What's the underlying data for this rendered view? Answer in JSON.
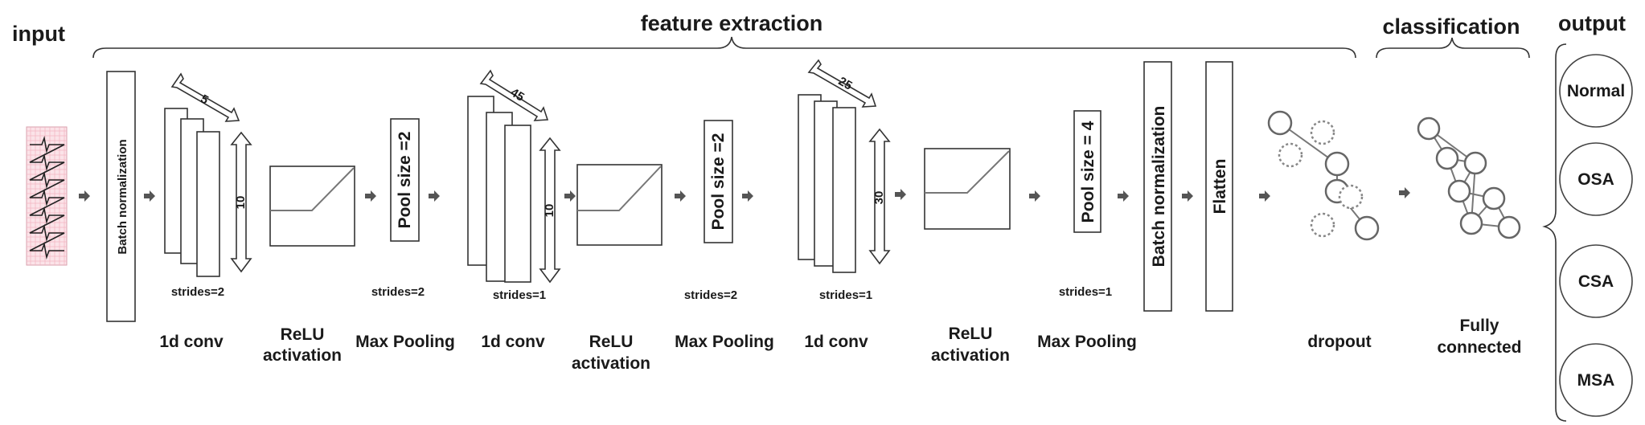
{
  "header": {
    "input": "input",
    "feature_extraction": "feature extraction",
    "classification": "classification",
    "output": "output"
  },
  "stages": {
    "batch_norm_1": "Batch normalization",
    "conv1_label": "1d conv",
    "conv1_kernel": "5",
    "conv1_filters": "10",
    "conv1_strides": "strides=2",
    "relu1_line1": "ReLU",
    "relu1_line2": "activation",
    "pool1_size": "Pool size =2",
    "pool1_strides": "strides=2",
    "pool1_label": "Max Pooling",
    "conv2_label": "1d conv",
    "conv2_kernel": "45",
    "conv2_filters": "10",
    "conv2_strides": "strides=1",
    "relu2_line1": "ReLU",
    "relu2_line2": "activation",
    "pool2_size": "Pool size =2",
    "pool2_strides": "strides=2",
    "pool2_label": "Max Pooling",
    "conv3_label": "1d conv",
    "conv3_kernel": "25",
    "conv3_filters": "30",
    "conv3_strides": "strides=1",
    "relu3_line1": "ReLU",
    "relu3_line2": "activation",
    "pool3_size": "Pool size = 4",
    "pool3_strides": "strides=1",
    "pool3_label": "Max Pooling",
    "batch_norm_2": "Batch normalization",
    "flatten": "Flatten",
    "dropout": "dropout",
    "fc_line1": "Fully",
    "fc_line2": "connected"
  },
  "outputs": [
    "Normal",
    "OSA",
    "CSA",
    "MSA"
  ],
  "colors": {
    "ecg_background": "#fbe3e8",
    "ecg_grid": "#f2b4c2",
    "ecg_trace": "#222222"
  }
}
